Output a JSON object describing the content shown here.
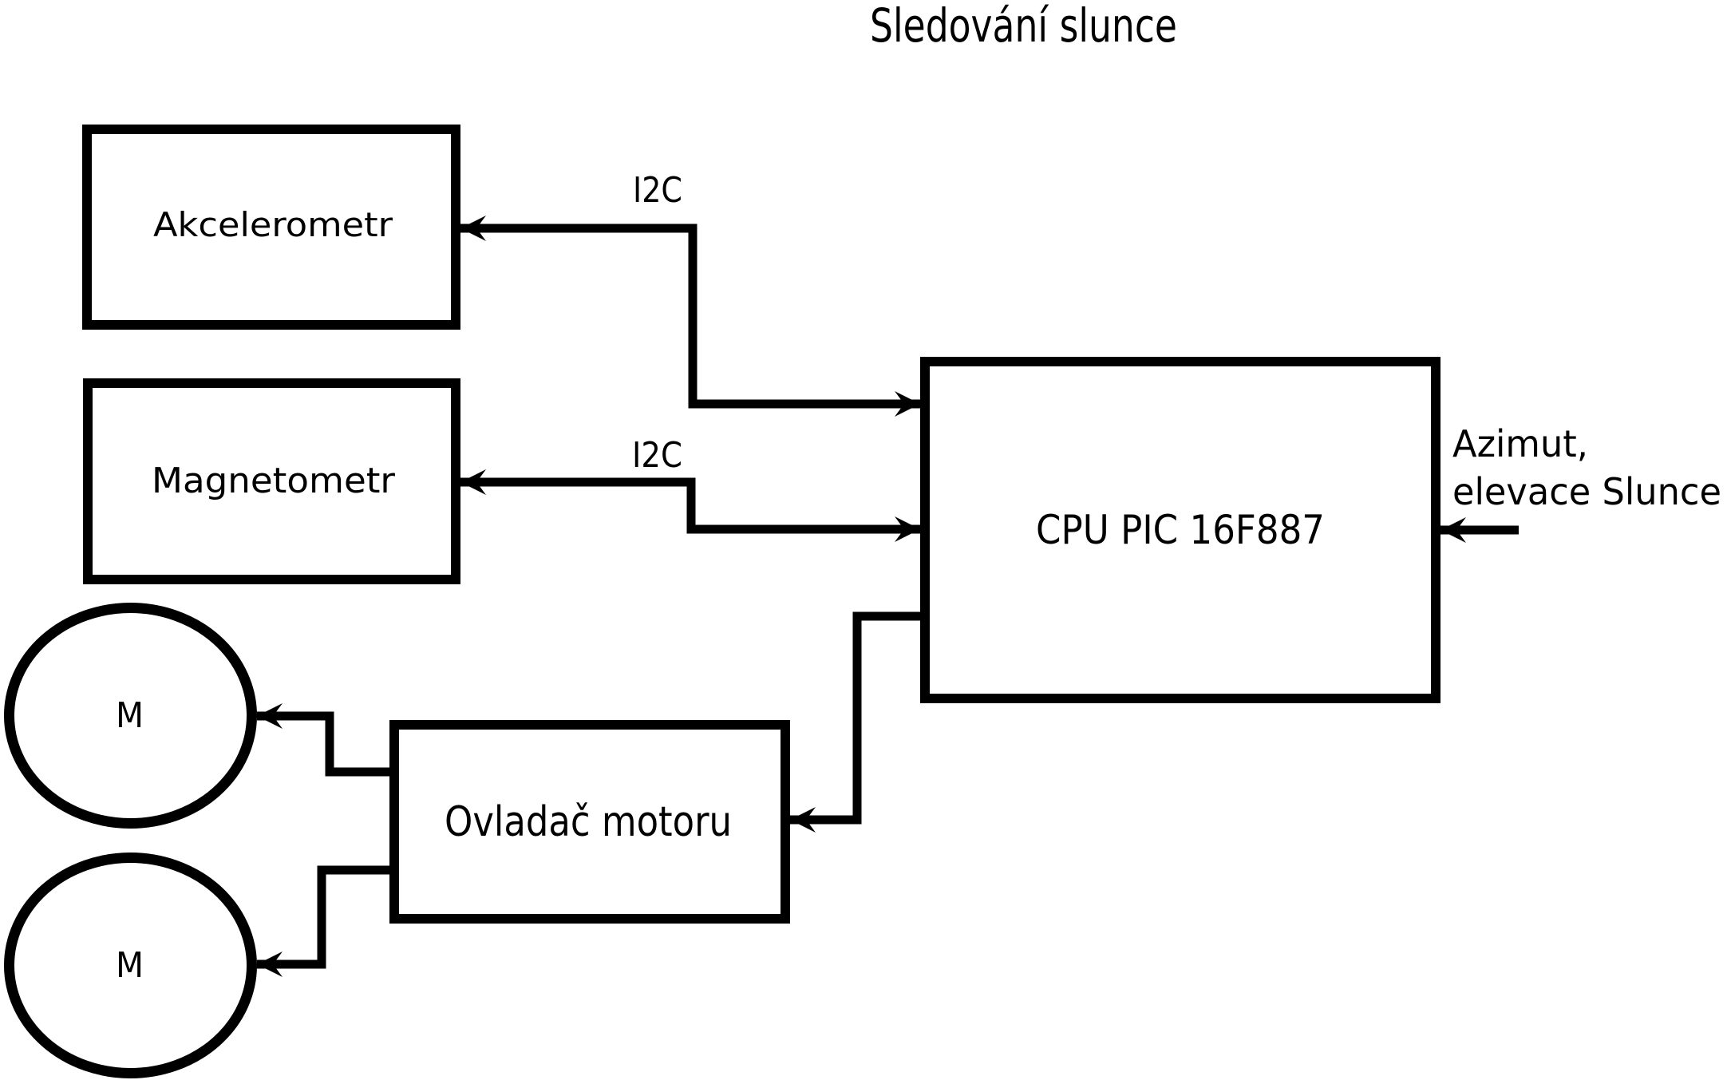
{
  "title": "Sledování slunce",
  "diagram": {
    "background_color": "#ffffff",
    "stroke_color": "#000000",
    "nodes": {
      "accelerometer": "Akcelerometr",
      "magnetometer": "Magnetometr",
      "cpu": "CPU PIC 16F887",
      "motor_driver": "Ovladač motoru",
      "motor_top": "M",
      "motor_bottom": "M"
    },
    "labels": {
      "i2c_top": "I2C",
      "i2c_bottom": "I2C",
      "azimuth_line1": "Azimut,",
      "azimuth_line2": "elevace Slunce"
    }
  }
}
